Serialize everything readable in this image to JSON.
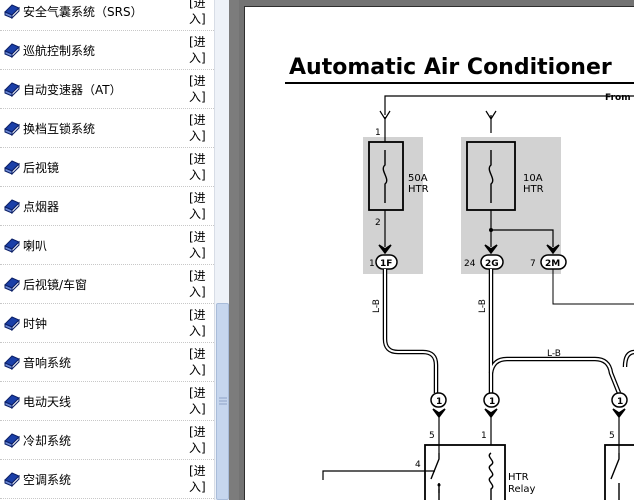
{
  "left_panel": {
    "enter_label": "[进入]",
    "items": [
      {
        "label": "安全气囊系统（SRS）"
      },
      {
        "label": "巡航控制系统"
      },
      {
        "label": "自动变速器（AT）"
      },
      {
        "label": "换档互锁系统"
      },
      {
        "label": "后视镜"
      },
      {
        "label": "点烟器"
      },
      {
        "label": "喇叭"
      },
      {
        "label": "后视镜/车窗"
      },
      {
        "label": "时钟"
      },
      {
        "label": "音响系统"
      },
      {
        "label": "电动天线"
      },
      {
        "label": "冷却系统"
      },
      {
        "label": "空调系统"
      }
    ]
  },
  "icons": {
    "list_item": "book-icon",
    "scroll_grip": "grip-icon"
  },
  "colors": {
    "link_book": "#1a3fa8",
    "scroll_thumb": "#c6d6ee",
    "diagram_shade": "#d2d2d2"
  },
  "document": {
    "title": "Automatic Air Conditioner",
    "from_label": "From F",
    "fuse_left": {
      "rating": "50A",
      "name": "HTR",
      "pin_top": "1",
      "pin_bottom": "2"
    },
    "fuse_right": {
      "rating": "10A",
      "name": "HTR"
    },
    "connectors": [
      {
        "pin": "1",
        "code": "1F"
      },
      {
        "pin": "24",
        "code": "2G"
      },
      {
        "pin": "7",
        "code": "2M"
      }
    ],
    "wire_lb_1": "L-B",
    "wire_lb_2": "L-B",
    "wire_lb_3": "L-B",
    "junction_1": "1",
    "junction_2": "1",
    "junction_3": "1",
    "relay_pin_5a": "5",
    "relay_pin_4": "4",
    "relay_pin_1": "1",
    "relay_pin_5b": "5",
    "relay_name_1": "HTR",
    "relay_name_2": "Relay"
  }
}
